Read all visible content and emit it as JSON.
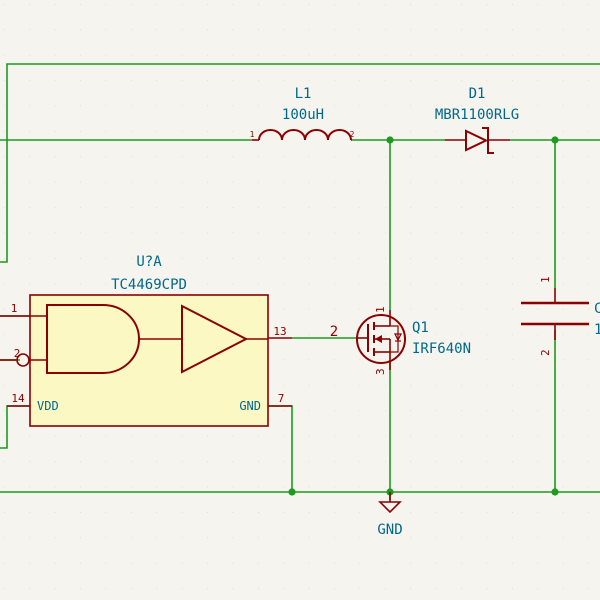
{
  "colors": {
    "background": "#f5f4ef",
    "wire": "#1e9a1e",
    "component": "#8b0000",
    "label": "#00688b",
    "chip_fill": "#fbf8c4"
  },
  "inductor": {
    "ref": "L1",
    "value": "100uH",
    "pin1": "1",
    "pin2": "2"
  },
  "diode": {
    "ref": "D1",
    "value": "MBR1100RLG"
  },
  "chip": {
    "ref": "U?A",
    "value": "TC4469CPD",
    "pin_in1": "1",
    "pin_in2": "2",
    "pin_out": "13",
    "pin_vdd": "14",
    "vdd_label": "VDD",
    "pin_gnd": "7",
    "gnd_label": "GND"
  },
  "mosfet": {
    "ref": "Q1",
    "value": "IRF640N",
    "pin_gate": "2",
    "pin_drain": "1",
    "pin_source": "3"
  },
  "capacitor": {
    "ref_partial": "C",
    "value_partial": "1",
    "pin_top": "1",
    "pin_bottom": "2"
  },
  "ground": {
    "label": "GND"
  }
}
